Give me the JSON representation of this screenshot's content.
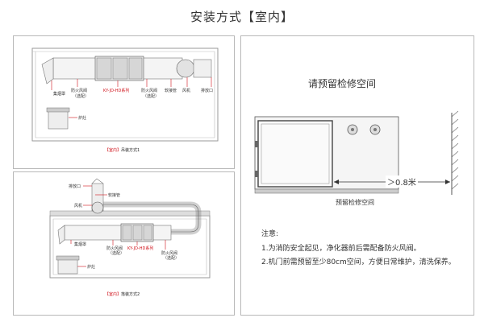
{
  "title": "安装方式【室内】",
  "panel1": {
    "labels": [
      "集烟罩",
      "防火风阀",
      "（选配）",
      "KY-JD-HD系列",
      "防火风阀",
      "（选配）",
      "软接管",
      "风机",
      "排放口",
      "炉灶"
    ],
    "caption_tag": "【室内】",
    "caption_text": "吊装方式1"
  },
  "panel2": {
    "labels": [
      "排放口",
      "软接管",
      "风机",
      "集烟罩",
      "防火风阀",
      "（选配）",
      "KY-JD-HD系列",
      "防火风阀",
      "（选配）",
      "炉灶"
    ],
    "caption_tag": "【室内】",
    "caption_text": "落装方式2"
  },
  "panel3": {
    "heading": "请预留检修空间",
    "dimension": "＞0.8米",
    "space_label": "预留检修空间",
    "note_title": "注意:",
    "notes": [
      "1.为消防安全起见，净化器前后需配备防火风阀。",
      "2.机门前需预留至少80cm空间，方便日常维护，清洗保养。"
    ]
  },
  "colors": {
    "accent": "#d0141c",
    "line": "#555555",
    "panel_border": "#b8b8b8"
  }
}
